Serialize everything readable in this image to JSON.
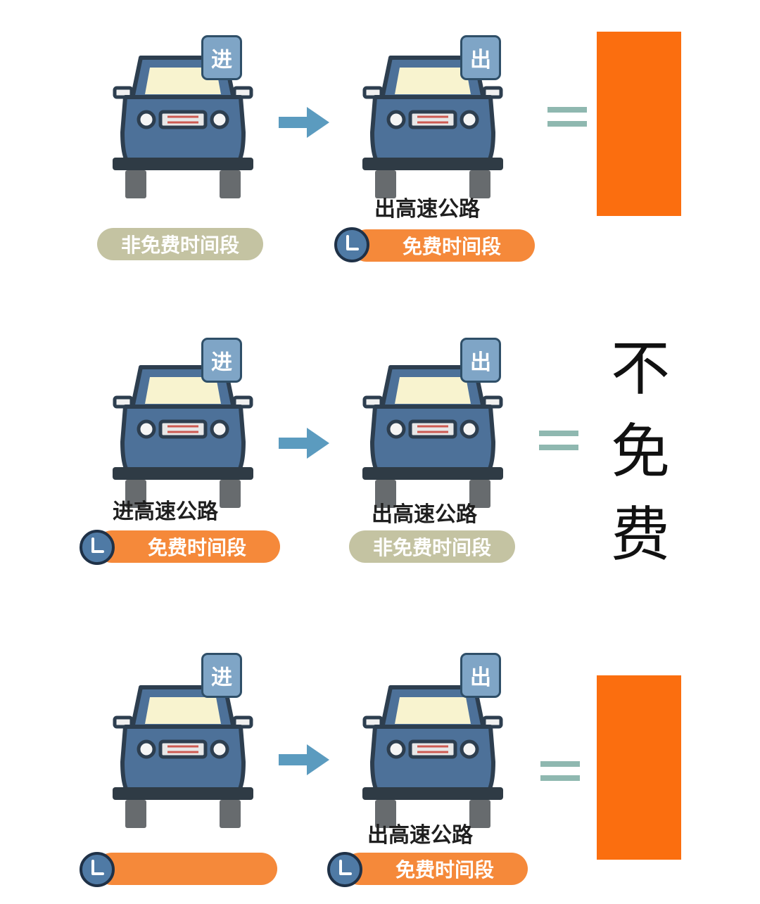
{
  "badges": {
    "enter": "进",
    "exit": "出"
  },
  "labels": {
    "enter_highway": "进高速公路",
    "exit_highway": "出高速公路",
    "free_period": "免费时间段",
    "non_free_period": "非免费时间段",
    "hidden_period": ""
  },
  "result_not_free": [
    "不",
    "免",
    "费"
  ],
  "colors": {
    "car_body": "#4d7199",
    "car_outline": "#2d3e4f",
    "badge_fill": "#7fa5c6",
    "arrow": "#5b9bbf",
    "equals": "#8fb8b0",
    "pill_gray": "#c4c3a2",
    "pill_orange": "#f5893a",
    "clock_fill": "#4f7aa5",
    "result_box": "#fb6e0f"
  },
  "icons": [
    "car-icon",
    "arrow-right-icon",
    "equals-icon",
    "clock-icon"
  ]
}
